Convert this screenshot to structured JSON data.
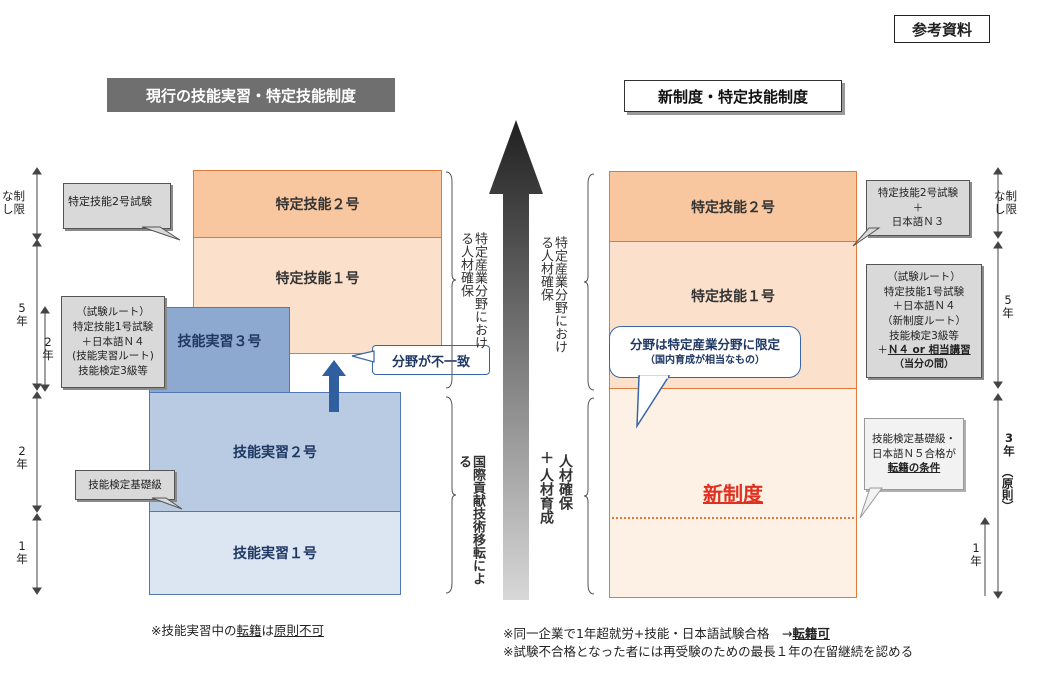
{
  "top_right_label": "参考資料",
  "left": {
    "header": "現行の技能実習・特定技能制度",
    "boxes": {
      "tokutei2": "特定技能２号",
      "tokutei1": "特定技能１号",
      "jisshu3": "技能実習３号",
      "jisshu2": "技能実習２号",
      "jisshu1": "技能実習１号"
    },
    "callouts": {
      "exam2": "特定技能2号試験",
      "route_title": "（試験ルート）",
      "route_line1": "特定技能1号試験",
      "route_line2": "＋日本語Ｎ４",
      "route_title2": "(技能実習ルート)",
      "route_line3": "技能検定3級等",
      "basic": "技能検定基礎級",
      "mismatch": "分野が不一致"
    },
    "side_top": "特定産業分野における人材確保",
    "side_bottom": "国際貢献技術移転による",
    "years": {
      "nolimit_a": "な",
      "nolimit_b": "し",
      "nolimit_c": "制",
      "nolimit_d": "限",
      "y5": "5",
      "y5u": "年",
      "y2a": "2",
      "y2au": "年",
      "y2": "2",
      "y2u": "年",
      "y1": "1",
      "y1u": "年"
    },
    "note_prefix": "※技能実習中の",
    "note_u1": "転籍",
    "note_mid": "は",
    "note_u2": "原則不可"
  },
  "center": {
    "arrow_label_a": "人材確保",
    "arrow_label_b": "人材育成",
    "plus": "＋"
  },
  "right": {
    "header": "新制度・特定技能制度",
    "boxes": {
      "tokutei2": "特定技能２号",
      "tokutei1": "特定技能１号",
      "new": "新制度"
    },
    "side": "特定産業分野における人材確保",
    "speech_title": "分野は特定産業分野に限定",
    "speech_sub": "（国内育成が相当なもの）",
    "callouts": {
      "c1_line1": "特定技能2号試験",
      "c1_line2": "＋",
      "c1_line3": "日本語Ｎ３",
      "c2_title": "（試験ルート）",
      "c2_line1": "特定技能1号試験",
      "c2_line2": "＋日本語Ｎ４",
      "c2_title2": "（新制度ルート）",
      "c2_line3": "技能検定3級等",
      "c2_line4a": "＋",
      "c2_line4b": "Ｎ４ or 相当講習",
      "c2_line5": "（当分の間）",
      "c3_line1": "技能検定基礎級・",
      "c3_line2": "日本語Ｎ５合格が",
      "c3_line3": "転籍の条件"
    },
    "years": {
      "nolimit_a": "な",
      "nolimit_b": "し",
      "nolimit_c": "制",
      "nolimit_d": "限",
      "y5": "5",
      "y5u": "年",
      "y3": "3",
      "y3u": "年",
      "y3note": "（原則）",
      "y1": "1",
      "y1u": "年"
    },
    "note1_prefix": "※同一企業で1年超就労+技能・日本語試験合格　→",
    "note1_u": "転籍可",
    "note2": "※試験不合格となった者には再受験のための最長１年の在留継続を認める"
  },
  "colors": {
    "orange_dark": "#f8c7a0",
    "orange_light": "#fbe1cc",
    "orange_border": "#e0793a",
    "blue_dark": "#8ea9d0",
    "blue_mid": "#b8cbe3",
    "blue_light": "#dce6f2",
    "new_system_red": "#e03020"
  }
}
